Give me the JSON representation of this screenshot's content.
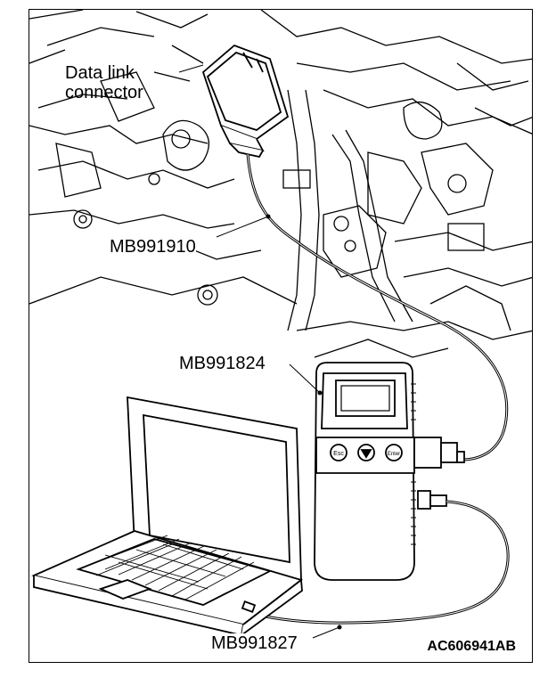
{
  "labels": {
    "data_link_connector_line1": "Data link",
    "data_link_connector_line2": "connector",
    "cable_1": "MB991910",
    "device": "MB991824",
    "cable_2": "MB991827",
    "figure_code": "AC606941AB"
  },
  "device_buttons": [
    "Esc",
    "▼",
    "Enter"
  ]
}
